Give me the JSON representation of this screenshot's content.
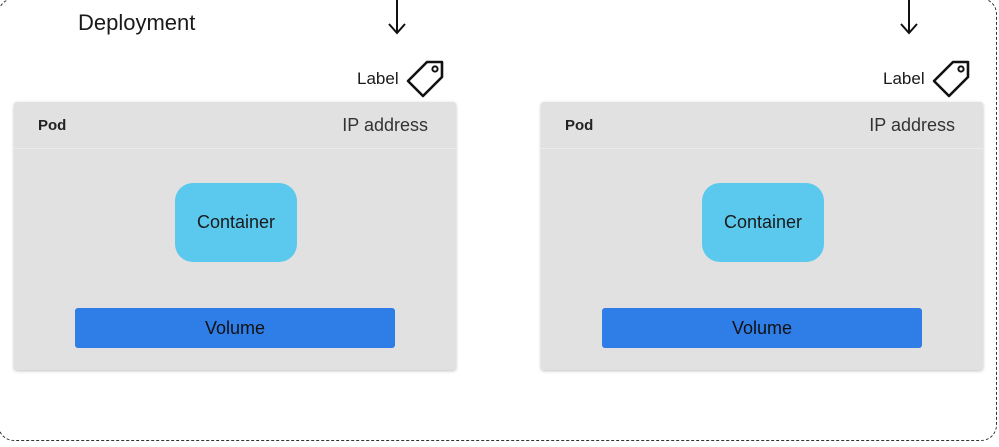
{
  "deployment": {
    "title": "Deployment"
  },
  "pods": [
    {
      "label": "Label",
      "title": "Pod",
      "ip": "IP address",
      "container": "Container",
      "volume": "Volume"
    },
    {
      "label": "Label",
      "title": "Pod",
      "ip": "IP address",
      "container": "Container",
      "volume": "Volume"
    }
  ],
  "colors": {
    "pod_bg": "#e1e1e1",
    "container": "#5bc8ee",
    "volume": "#2f7de6",
    "border": "#333333"
  },
  "icons": [
    "down-arrow-icon",
    "tag-icon"
  ]
}
